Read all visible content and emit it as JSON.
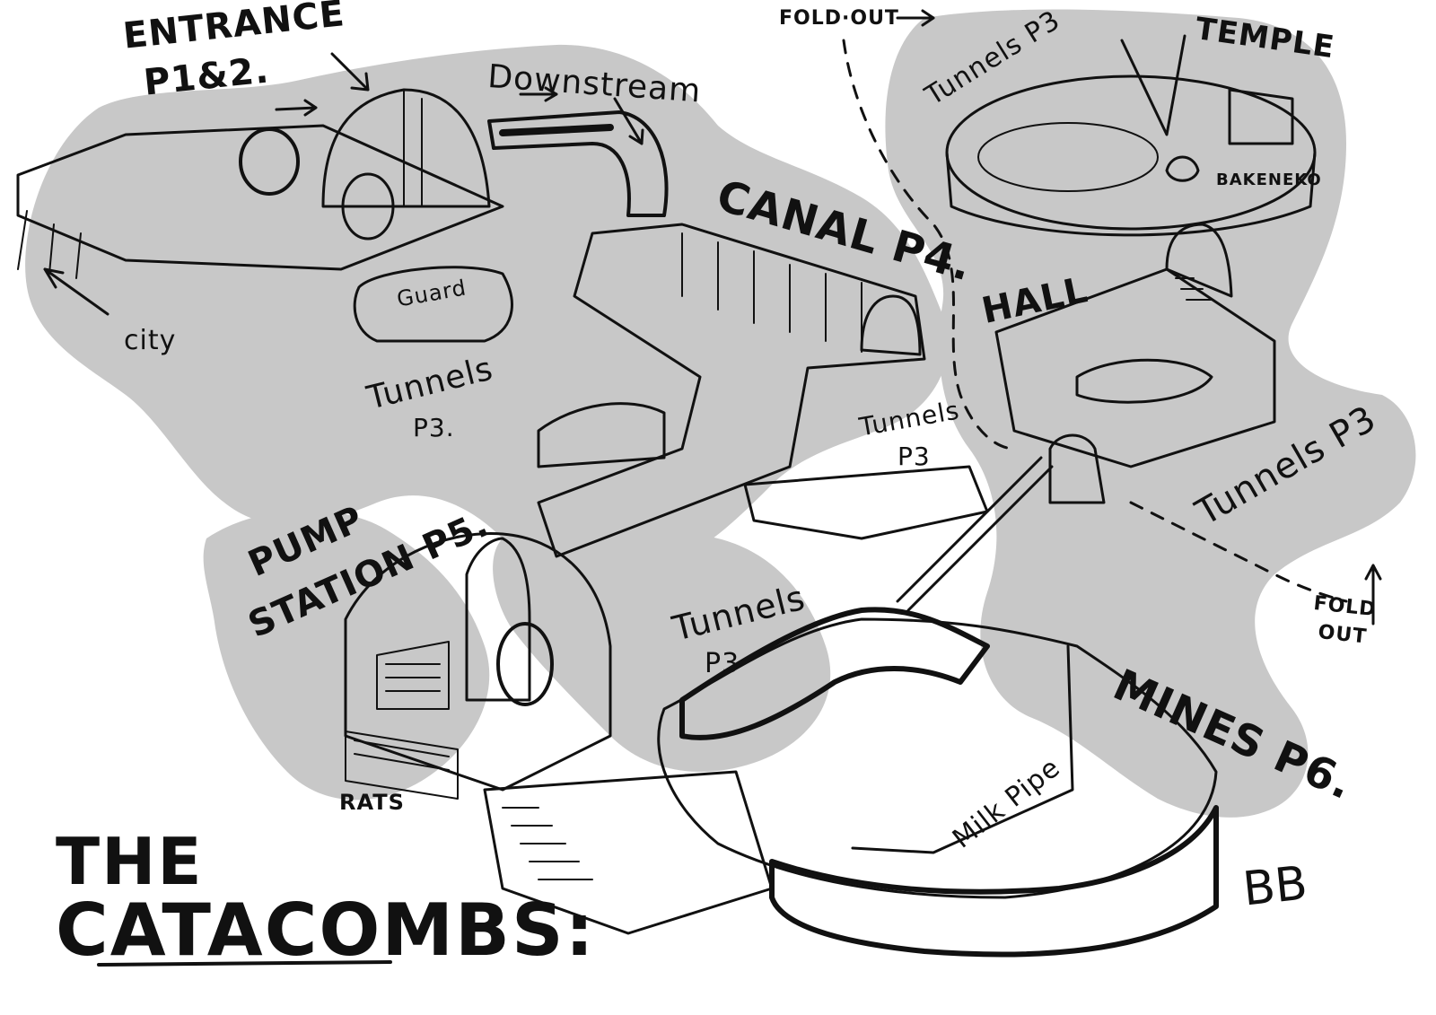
{
  "title": {
    "line1": "THE",
    "line2": "CATACOMBS:"
  },
  "labels": {
    "entrance_line1": "ENTRANCE",
    "entrance_line2": "P1&2.",
    "downstream": "Downstream",
    "fold_out_top": "FOLD·OUT",
    "tunnels_top_right": "Tunnels P3",
    "temple": "TEMPLE",
    "bakeneko": "BAKENEKO",
    "canal": "CANAL P4.",
    "hall": "HALL",
    "guard": "Guard",
    "city": "city",
    "tunnels_left_line1": "Tunnels",
    "tunnels_left_line2": "P3.",
    "tunnels_center_line1": "Tunnels",
    "tunnels_center_line2": "P3",
    "tunnels_right": "Tunnels P3",
    "pump_station_line1": "PUMP",
    "pump_station_line2": "STATION P5.",
    "tunnels_lower_line1": "Tunnels",
    "tunnels_lower_line2": "P3",
    "fold_out_bottom_line1": "FOLD",
    "fold_out_bottom_line2": "OUT",
    "mines": "MINES P6.",
    "milk_pipe": "Milk Pipe",
    "rats": "RATS"
  },
  "signature": "BB",
  "colors": {
    "ink": "#111111",
    "shadow": "#c8c8c8",
    "paper": "#ffffff",
    "floor": "#f4f4f4"
  }
}
